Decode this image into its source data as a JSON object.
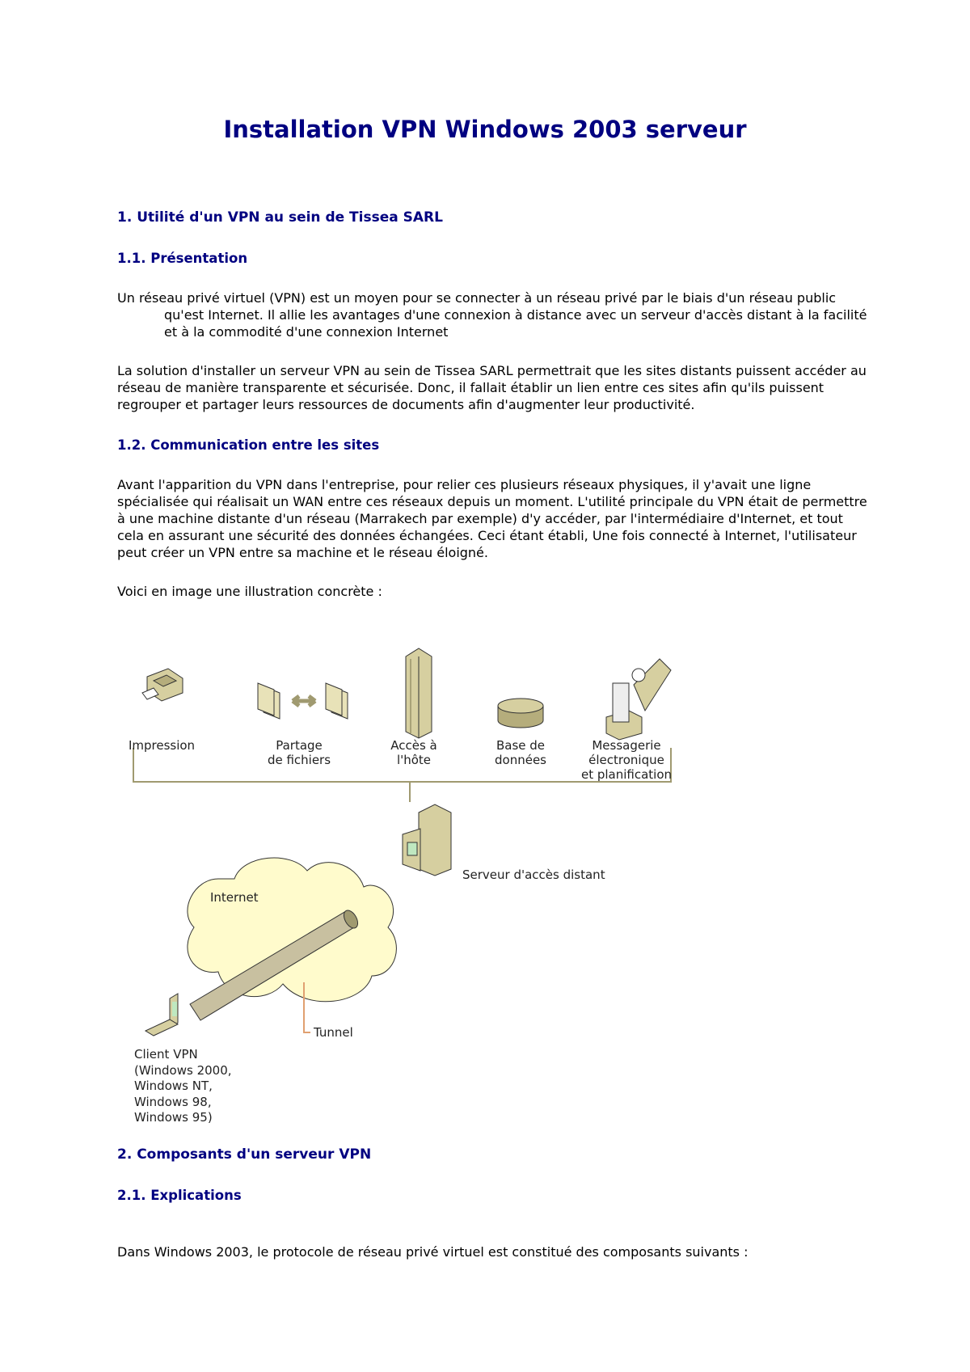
{
  "title": "Installation VPN Windows 2003 serveur",
  "section1": {
    "heading": "1. Utilité d'un VPN au sein de Tissea SARL",
    "sub1": {
      "heading": "1.1. Présentation",
      "para1": "Un réseau privé virtuel (VPN) est un moyen pour se connecter à un réseau privé par le biais d'un réseau public qu'est Internet. Il allie les avantages d'une connexion à distance avec un serveur d'accès distant à la facilité et à la commodité d'une connexion Internet",
      "para2": "La solution d'installer un serveur VPN au sein de Tissea SARL permettrait que les sites distants puissent accéder au réseau de manière transparente et sécurisée. Donc, il fallait établir un lien entre ces sites afin qu'ils puissent regrouper et partager leurs ressources de documents afin d'augmenter leur productivité."
    },
    "sub2": {
      "heading": "1.2. Communication entre les sites",
      "para1": "Avant l'apparition du VPN dans l'entreprise, pour relier ces plusieurs réseaux physiques, il y'avait une ligne spécialisée qui réalisait un WAN entre ces réseaux depuis un moment. L'utilité principale du VPN était de permettre à une machine distante d'un réseau (Marrakech par exemple) d'y accéder, par l'intermédiaire d'Internet, et tout cela en assurant une sécurité des données échangées. Ceci étant établi, Une fois connecté à Internet, l'utilisateur peut créer un VPN entre sa machine et le réseau éloigné.",
      "para2": "Voici en image une illustration concrète :"
    }
  },
  "diagram": {
    "services": [
      {
        "line1": "Impression",
        "line2": "",
        "line3": ""
      },
      {
        "line1": "Partage",
        "line2": "de fichiers",
        "line3": ""
      },
      {
        "line1": "Accès à",
        "line2": "l'hôte",
        "line3": ""
      },
      {
        "line1": "Base de",
        "line2": "données",
        "line3": ""
      },
      {
        "line1": "Messagerie",
        "line2": "électronique",
        "line3": "et planification"
      }
    ],
    "server_label": "Serveur d'accès distant",
    "cloud_label": "Internet",
    "tunnel_label": "Tunnel",
    "client_lines": [
      "Client VPN",
      "(Windows 2000,",
      "Windows NT,",
      "Windows 98,",
      "Windows 95)"
    ],
    "colors": {
      "object": "#d6cfa0",
      "dark": "#7a7450",
      "cloud": "#fffbcc",
      "line": "#a09a70",
      "tunnel_pointer": "#e0a070"
    }
  },
  "section2": {
    "heading": "2. Composants d'un serveur VPN",
    "sub1": {
      "heading": "2.1. Explications",
      "para1": "Dans Windows 2003, le protocole de réseau privé virtuel est constitué des composants suivants :"
    }
  }
}
